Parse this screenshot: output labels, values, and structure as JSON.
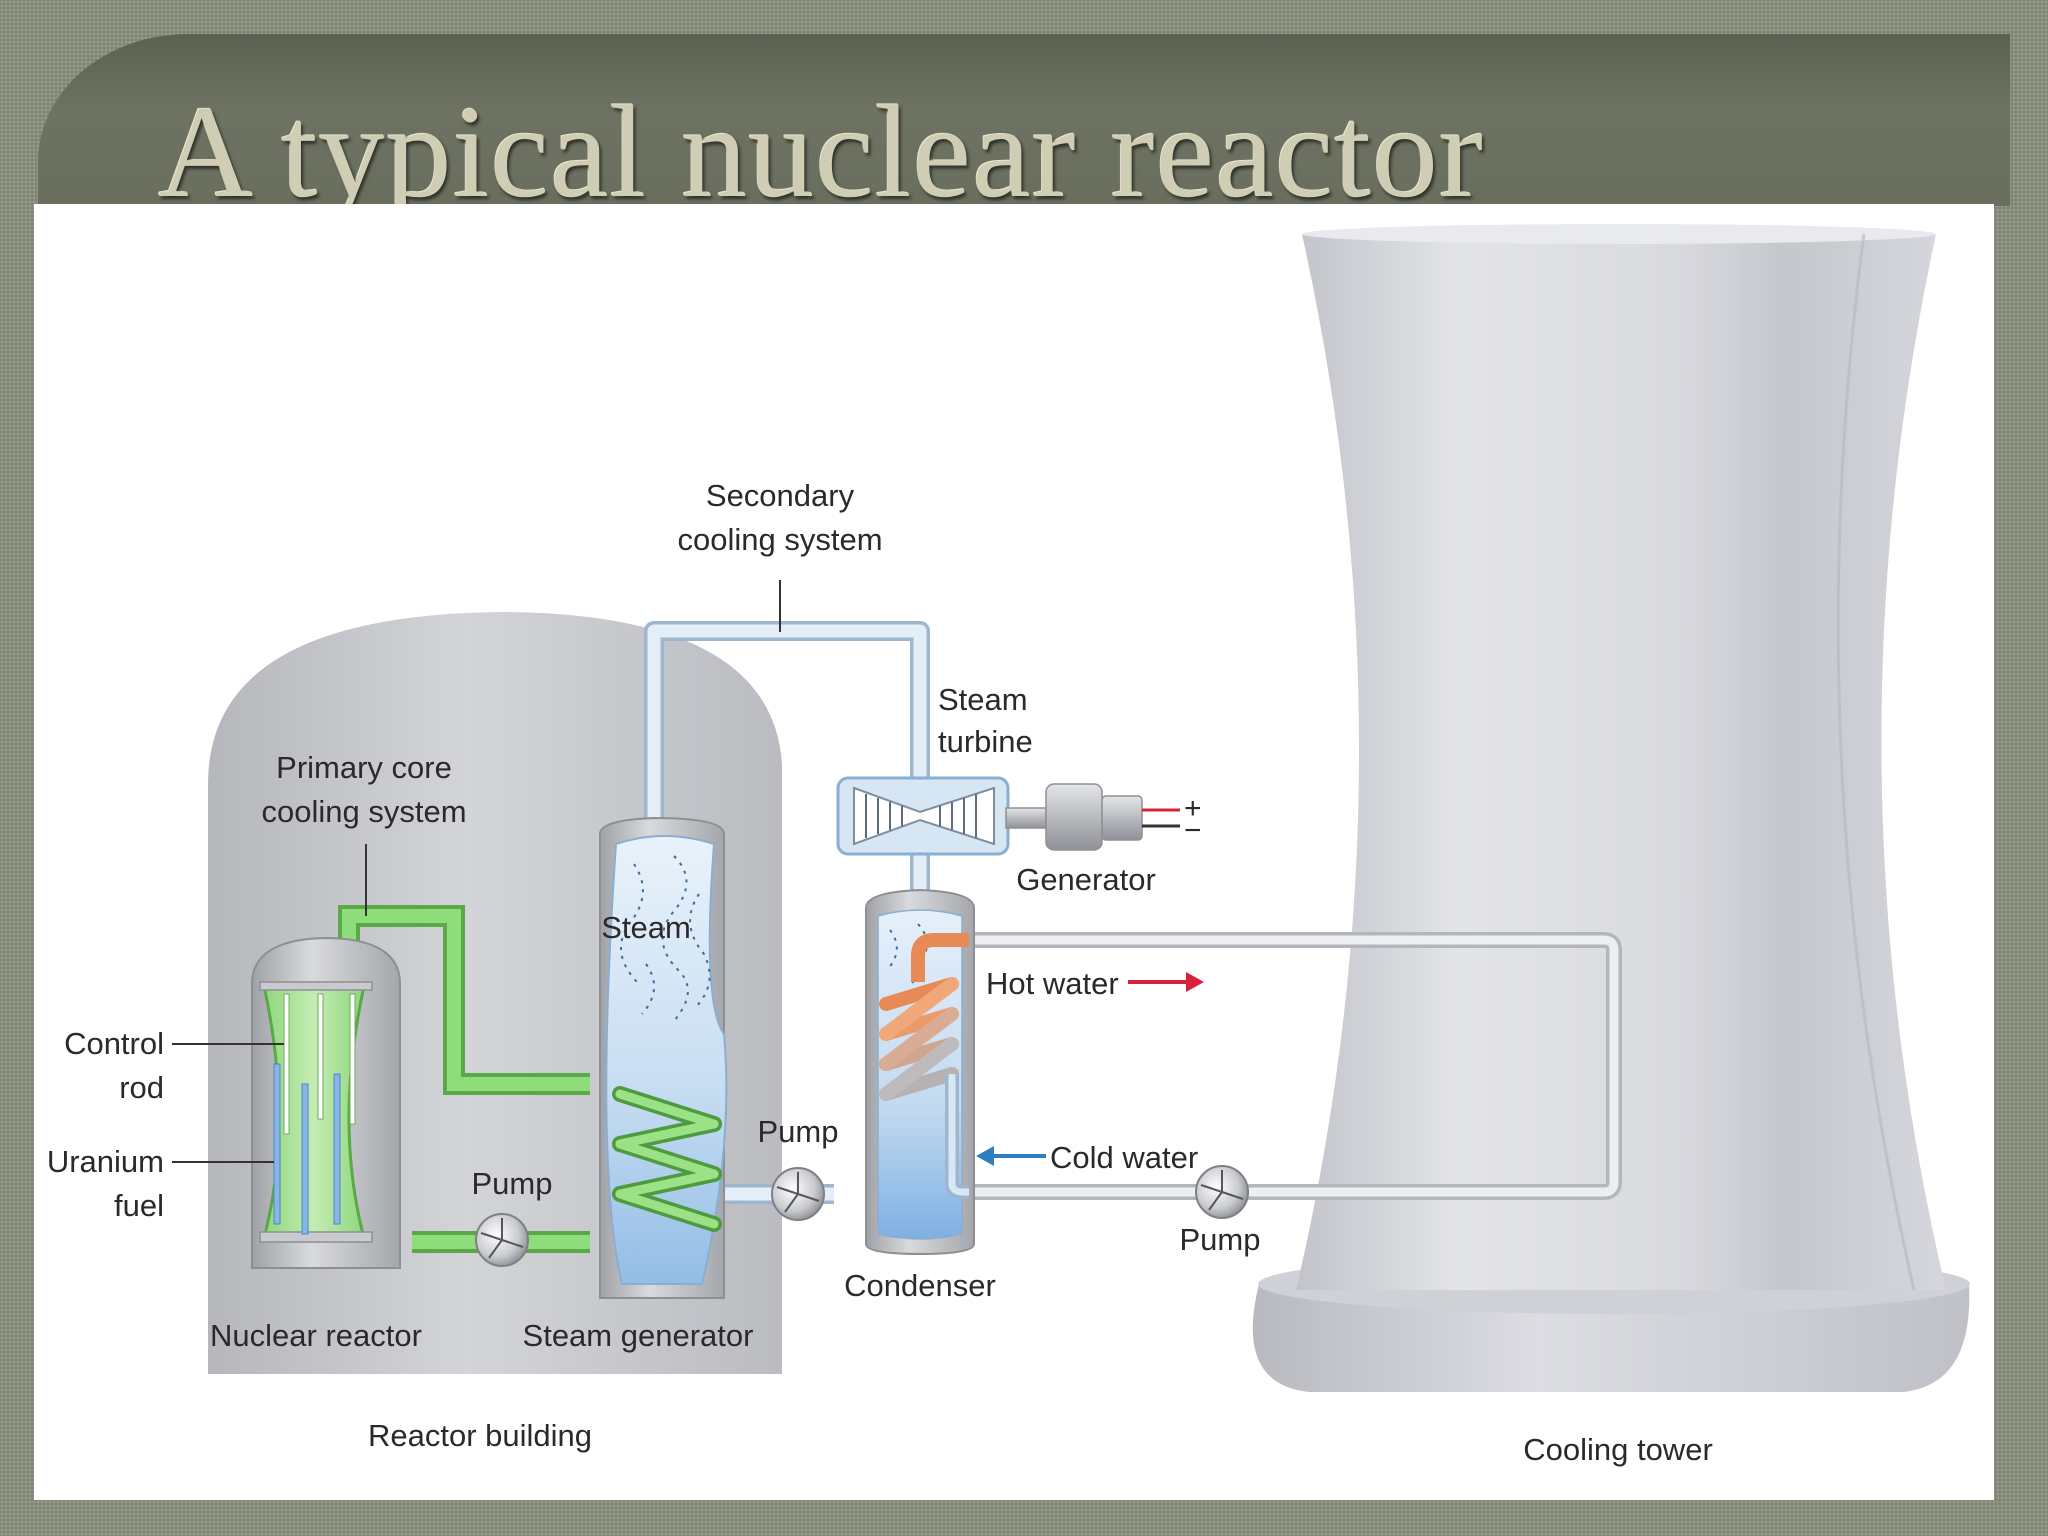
{
  "slide": {
    "title": "A typical nuclear reactor"
  },
  "diagram": {
    "labels": {
      "secondary_cooling_line1": "Secondary",
      "secondary_cooling_line2": "cooling system",
      "primary_cooling_line1": "Primary core",
      "primary_cooling_line2": "cooling system",
      "steam_turbine_line1": "Steam",
      "steam_turbine_line2": "turbine",
      "generator": "Generator",
      "steam": "Steam",
      "hot_water": "Hot water",
      "cold_water": "Cold water",
      "control_rod_line1": "Control",
      "control_rod_line2": "rod",
      "uranium_fuel_line1": "Uranium",
      "uranium_fuel_line2": "fuel",
      "pump_primary": "Pump",
      "pump_secondary": "Pump",
      "pump_cooling": "Pump",
      "condenser": "Condenser",
      "nuclear_reactor": "Nuclear reactor",
      "steam_generator": "Steam generator",
      "reactor_building": "Reactor building",
      "cooling_tower": "Cooling tower",
      "plus": "+",
      "minus": "−"
    },
    "colors": {
      "primary_loop": "#7ed06a",
      "secondary_loop": "#c9dcee",
      "hot_water_arrow": "#d8213a",
      "cold_water_arrow": "#2c7fc1",
      "hot_coil": "#e8905a",
      "building": "#c4c6cb",
      "cooling_tower": "#d4d6dc"
    }
  }
}
